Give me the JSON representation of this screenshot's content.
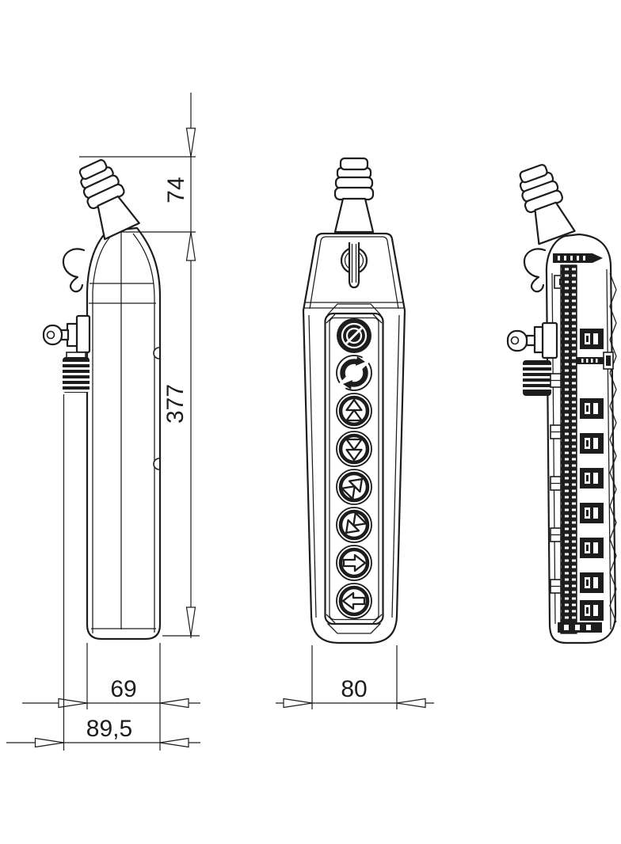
{
  "colors": {
    "line": "#1d1d1d",
    "fill": "#ffffff"
  },
  "dimensions": {
    "dim_74": "74",
    "dim_377": "377",
    "dim_69": "69",
    "dim_89_5": "89,5",
    "dim_80": "80"
  },
  "front_view_buttons": [
    {
      "icon": "key-switch-slot-icon"
    },
    {
      "icon": "rotary-reset-arrows-icon"
    },
    {
      "icon": "double-chevron-up-icon"
    },
    {
      "icon": "double-chevron-down-icon"
    },
    {
      "icon": "double-chevron-up-right-icon"
    },
    {
      "icon": "double-chevron-down-left-icon"
    },
    {
      "icon": "block-arrow-right-icon"
    },
    {
      "icon": "block-arrow-left-icon"
    }
  ]
}
